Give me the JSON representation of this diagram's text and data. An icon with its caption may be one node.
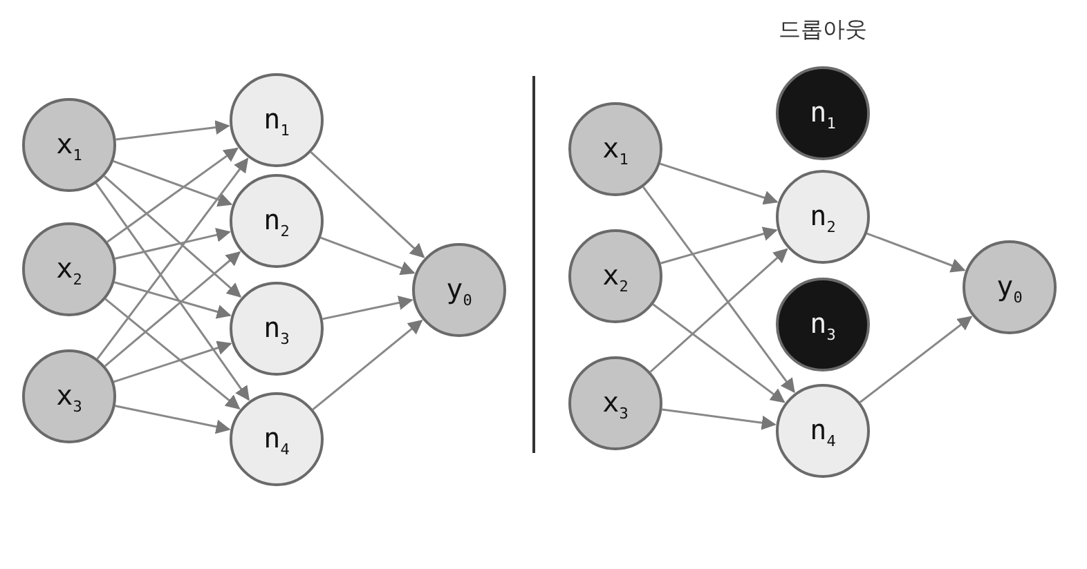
{
  "diagram": {
    "nodes": [
      {
        "text": [
          "x$_{1}$"
        ]
      },
      {
        "text": [
          "x$_{2}$"
        ]
      },
      {
        "text": [
          "x$_{3}$"
        ]
      },
      {
        "text": [
          "n$_{1}$"
        ]
      },
      {
        "text": [
          "n$_{2}$"
        ]
      },
      {
        "text": [
          "n$_{3}$"
        ]
      },
      {
        "text": [
          "n$_{4}$"
        ]
      },
      {
        "text": [
          "y$_{0}$"
        ]
      },
      {
        "text": [
          "x$_{1}$"
        ]
      },
      {
        "text": [
          "x$_{2}$"
        ]
      },
      {
        "text": [
          "x$_{3}$"
        ]
      },
      {
        "text": [
          "n$_{1}$"
        ]
      },
      {
        "text": [
          "n$_{2}$"
        ]
      },
      {
        "text": [
          "n$_{3}$"
        ]
      },
      {
        "text": [
          "n$_{4}$"
        ]
      },
      {
        "text": [
          "y$_{0}$"
        ]
      }
    ],
    "edges": [
      {
        "from": 0,
        "to": 3,
        "arrow": "to"
      },
      {
        "from": 0,
        "to": 4,
        "arrow": "to"
      },
      {
        "from": 0,
        "to": 5,
        "arrow": "to"
      },
      {
        "from": 0,
        "to": 6,
        "arrow": "to"
      },
      {
        "from": 1,
        "to": 3,
        "arrow": "to"
      },
      {
        "from": 1,
        "to": 4,
        "arrow": "to"
      },
      {
        "from": 1,
        "to": 5,
        "arrow": "to"
      },
      {
        "from": 1,
        "to": 6,
        "arrow": "to"
      },
      {
        "from": 2,
        "to": 3,
        "arrow": "to"
      },
      {
        "from": 2,
        "to": 4,
        "arrow": "to"
      },
      {
        "from": 2,
        "to": 5,
        "arrow": "to"
      },
      {
        "from": 2,
        "to": 6,
        "arrow": "to"
      },
      {
        "from": 3,
        "to": 7,
        "arrow": "to"
      },
      {
        "from": 4,
        "to": 7,
        "arrow": "to"
      },
      {
        "from": 5,
        "to": 7,
        "arrow": "to"
      },
      {
        "from": 6,
        "to": 7,
        "arrow": "to"
      },
      {
        "from": 8,
        "to": 12,
        "arrow": "to"
      },
      {
        "from": 8,
        "to": 14,
        "arrow": "to"
      },
      {
        "from": 9,
        "to": 12,
        "arrow": "to"
      },
      {
        "from": 9,
        "to": 14,
        "arrow": "to"
      },
      {
        "from": 10,
        "to": 12,
        "arrow": "to"
      },
      {
        "from": 10,
        "to": 14,
        "arrow": "to"
      },
      {
        "from": 12,
        "to": 15,
        "arrow": "to"
      },
      {
        "from": 14,
        "to": 15,
        "arrow": "to"
      }
    ],
    "labels": [
      "드롭아웃"
    ]
  }
}
